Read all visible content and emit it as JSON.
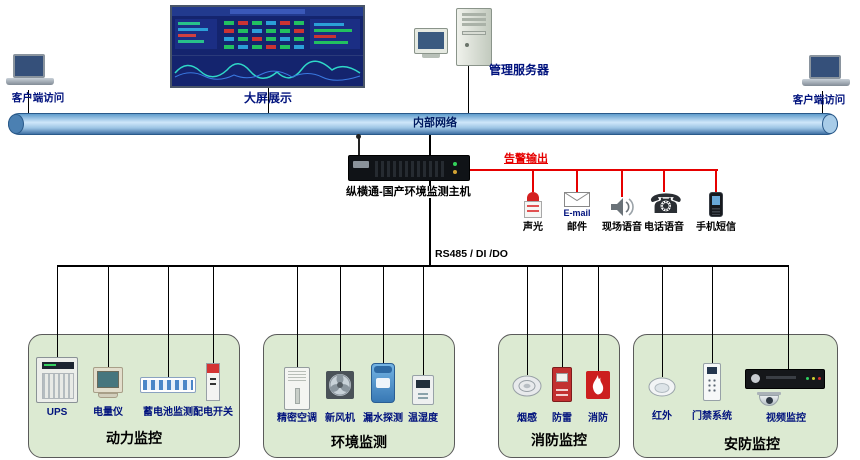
{
  "top": {
    "client_left_label": "客户端访问",
    "big_screen_label": "大屏展示",
    "server_label": "管理服务器",
    "client_right_label": "客户端访问"
  },
  "network": {
    "label": "内部网络"
  },
  "host": {
    "label": "纵横通-国产环境监测主机"
  },
  "alarm": {
    "output_label": "告警输出",
    "email_icon_text": "E-mail",
    "channels": [
      {
        "label": "声光"
      },
      {
        "label": "邮件"
      },
      {
        "label": "现场语音"
      },
      {
        "label": "电话语音"
      },
      {
        "label": "手机短信"
      }
    ]
  },
  "bus": {
    "label": "RS485 / DI /DO"
  },
  "groups": [
    {
      "title": "动力监控",
      "devices": [
        {
          "label": "UPS"
        },
        {
          "label": "电量仪"
        },
        {
          "label": "蓄电池监测"
        },
        {
          "label": "配电开关"
        }
      ]
    },
    {
      "title": "环境监测",
      "devices": [
        {
          "label": "精密空调"
        },
        {
          "label": "新风机"
        },
        {
          "label": "漏水探测"
        },
        {
          "label": "温湿度"
        }
      ]
    },
    {
      "title": "消防监控",
      "devices": [
        {
          "label": "烟感"
        },
        {
          "label": "防雷"
        },
        {
          "label": "消防"
        }
      ]
    },
    {
      "title": "安防监控",
      "devices": [
        {
          "label": "红外"
        },
        {
          "label": "门禁系统"
        },
        {
          "label": "视频监控"
        }
      ]
    }
  ],
  "colors": {
    "alarm_red": "#e60000",
    "label_navy": "#00127d",
    "group_green": "#dcead2",
    "pipe_blue": "#5f9ccc"
  }
}
